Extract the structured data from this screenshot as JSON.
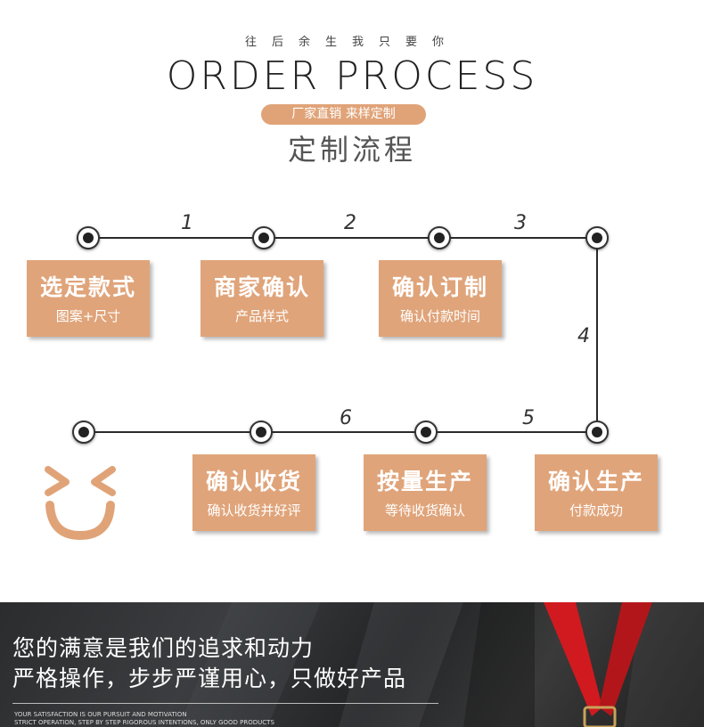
{
  "header": {
    "subtitle": "往后余生我只要你",
    "title": "ORDER PROCESS",
    "pill": "厂家直销 来样定制",
    "cn_title": "定制流程"
  },
  "steps": [
    {
      "title": "选定款式",
      "sub": "图案+尺寸"
    },
    {
      "title": "商家确认",
      "sub": "产品样式"
    },
    {
      "title": "确认订制",
      "sub": "确认付款时间"
    },
    {
      "title": "确认生产",
      "sub": "付款成功"
    },
    {
      "title": "按量生产",
      "sub": "等待收货确认"
    },
    {
      "title": "确认收货",
      "sub": "确认收货并好评"
    }
  ],
  "numbers": [
    "1",
    "2",
    "3",
    "4",
    "5",
    "6"
  ],
  "banner": {
    "line1": "您的满意是我们的追求和动力",
    "line2": "严格操作，步步严谨用心，只做好产品",
    "en1": "YOUR SATISFACTION IS OUR PURSUIT AND MOTIVATION",
    "en2": "STRICT OPERATION, STEP BY STEP RIGOROUS INTENTIONS, ONLY GOOD PRODUCTS"
  },
  "colors": {
    "accent": "#e0a378",
    "line": "#2b2b2b",
    "banner_bg": "#2c2e30",
    "ribbon": "#d01a1f"
  },
  "icons": [
    "smiley-face-icon",
    "red-ribbon-icon"
  ]
}
